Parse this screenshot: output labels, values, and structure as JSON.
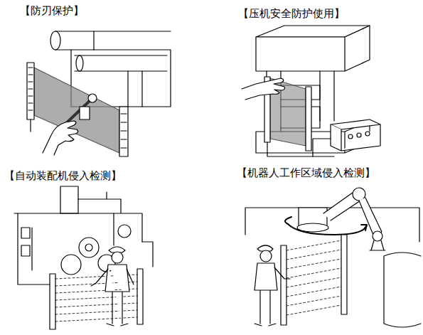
{
  "diagram": {
    "labels": [
      "【防刃保护】",
      "【压机安全防护使用】",
      "【自动装配机侵入检测】",
      "【机器人工作区域侵入检测】"
    ]
  }
}
